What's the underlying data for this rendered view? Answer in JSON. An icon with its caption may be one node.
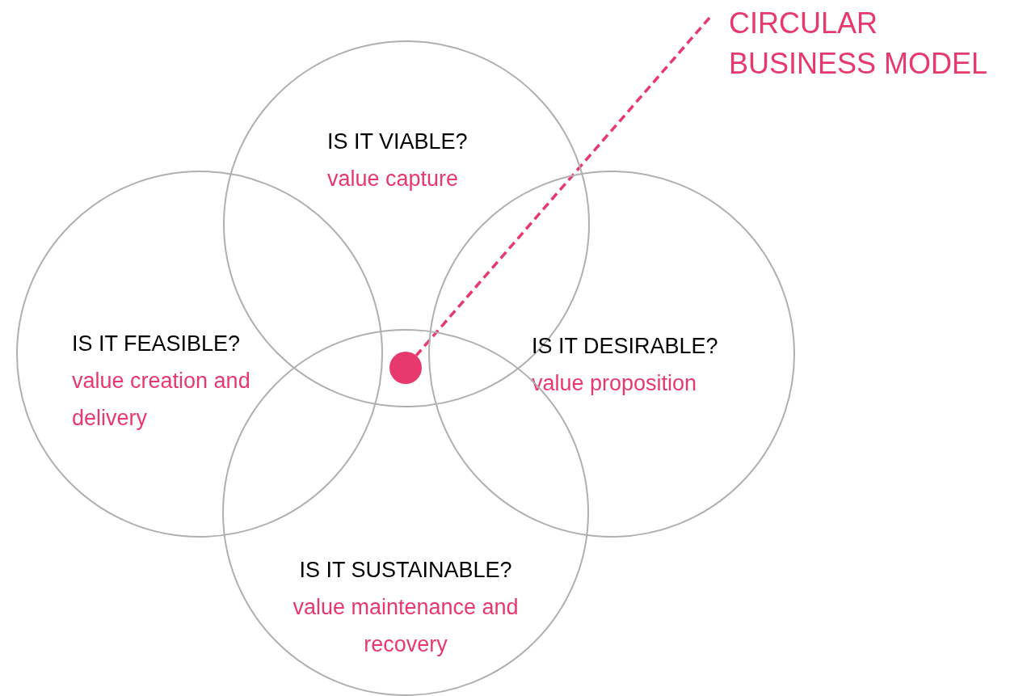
{
  "diagram": {
    "nodes": [
      {
        "text": [
          "IS IT VIABLE?",
          "value capture"
        ]
      },
      {
        "text": [
          "IS IT FEASIBLE?",
          "value creation and delivery"
        ]
      },
      {
        "text": [
          "IS IT DESIRABLE?",
          "value proposition"
        ]
      },
      {
        "text": [
          "IS IT SUSTAINABLE?",
          "value maintenance and recovery"
        ]
      },
      {
        "text": [
          "CIRCULAR BUSINESS MODEL"
        ]
      },
      {
        "text": [],
        "shape": "circle"
      }
    ],
    "edges": [
      {
        "from": 4,
        "to": 5,
        "arrow": "none",
        "style": "dashed",
        "color": "#e8396e"
      }
    ]
  }
}
